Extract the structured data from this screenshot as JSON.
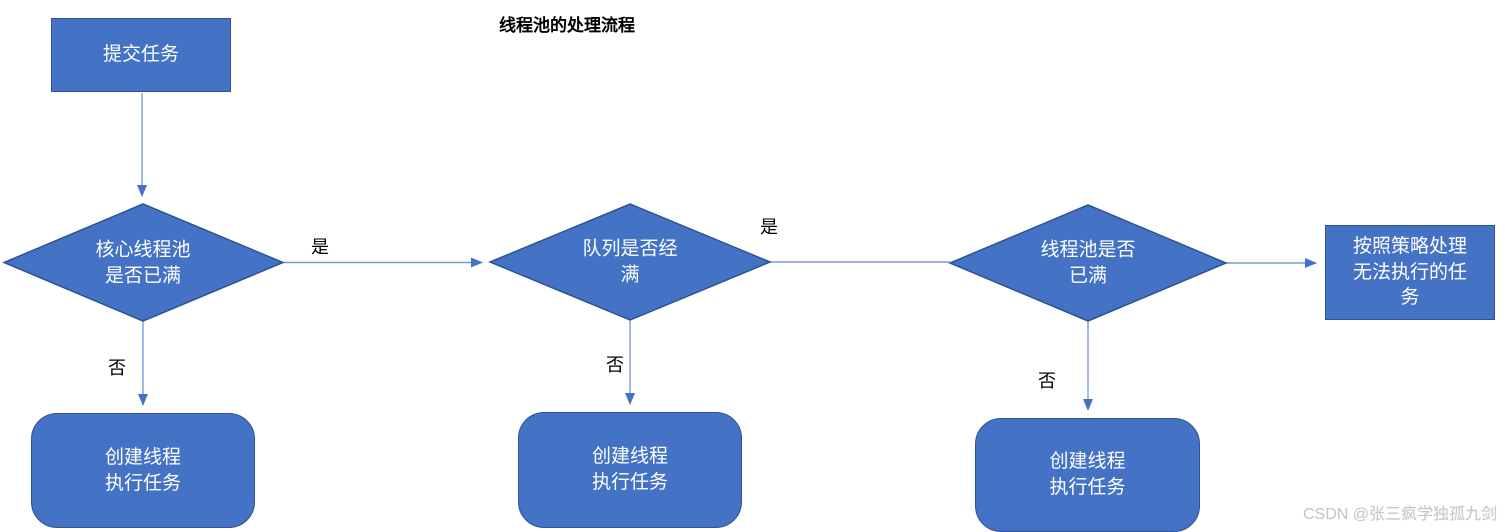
{
  "title": "线程池的处理流程",
  "watermark": "CSDN @张三疯学独孤九剑",
  "colors": {
    "node_fill": "#4472C4",
    "node_border": "#2E5395",
    "edge_line": "#7C9AD6",
    "arrowhead": "#4472C4",
    "node_text": "#FFFFFF",
    "label_text": "#000000",
    "watermark_text": "#C6C6C6"
  },
  "nodes": {
    "submit": {
      "type": "process",
      "label": "提交任务"
    },
    "core_full": {
      "type": "decision",
      "label": "核心线程池\n是否已满"
    },
    "queue_full": {
      "type": "decision",
      "label": "队列是否经\n满"
    },
    "pool_full": {
      "type": "decision",
      "label": "线程池是否\n已满"
    },
    "create_thread_1": {
      "type": "process",
      "label": "创建线程\n执行任务"
    },
    "create_thread_2": {
      "type": "process",
      "label": "创建线程\n执行任务"
    },
    "create_thread_3": {
      "type": "process",
      "label": "创建线程\n执行任务"
    },
    "reject_policy": {
      "type": "process",
      "label": "按照策略处理\n无法执行的任\n务"
    }
  },
  "edge_labels": {
    "yes_1": "是",
    "yes_2": "是",
    "no_1": "否",
    "no_2": "否",
    "no_3": "否"
  }
}
